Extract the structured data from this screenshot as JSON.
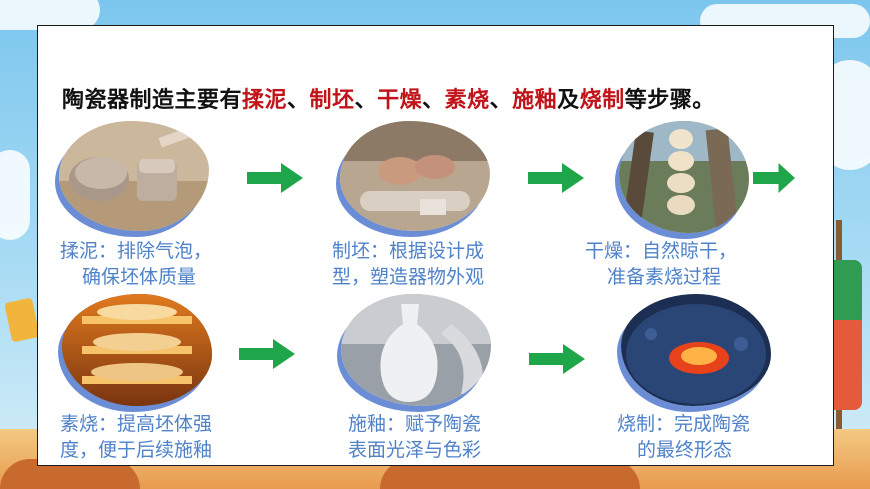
{
  "title": {
    "prefix": "陶瓷器制造主要有",
    "step1": "揉泥",
    "sep1": "、",
    "step2": "制坯",
    "sep2": "、",
    "step3": "干燥",
    "sep3": "、",
    "step4": "素烧",
    "sep4": "、",
    "step5": "施釉",
    "mid": "及",
    "step6": "烧制",
    "suffix": "等步骤。"
  },
  "steps": [
    {
      "line1": "揉泥：排除气泡，",
      "line2": "确保坯体质量"
    },
    {
      "line1": "制坯：根据设计成",
      "line2": "型，塑造器物外观"
    },
    {
      "line1": "干燥：自然晾干，",
      "line2": "准备素烧过程"
    },
    {
      "line1": "素烧：提高坯体强",
      "line2": "度，便于后续施釉"
    },
    {
      "line1": "施釉：赋予陶瓷",
      "line2": "表面光泽与色彩"
    },
    {
      "line1": "烧制：完成陶瓷",
      "line2": "的最终形态"
    }
  ],
  "colors": {
    "highlight": "#c0141a",
    "caption": "#4f82c9",
    "arrow": "#1fa64a",
    "photo_shadow": "#6a8dd6"
  },
  "icons": {
    "arrow": "right-arrow-icon"
  }
}
